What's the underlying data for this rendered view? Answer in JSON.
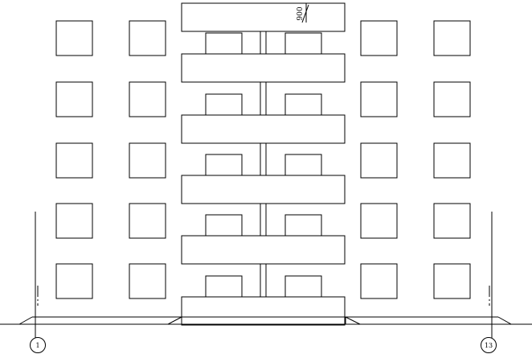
{
  "drawing": {
    "type": "building-elevation",
    "floors_shown": 5,
    "window_columns_each_side": 2,
    "balcony_stack_count": 6
  },
  "dimension": {
    "label": "900"
  },
  "axes": {
    "left": "1",
    "right": "13"
  },
  "colors": {
    "line": "#000000",
    "background": "#ffffff"
  }
}
